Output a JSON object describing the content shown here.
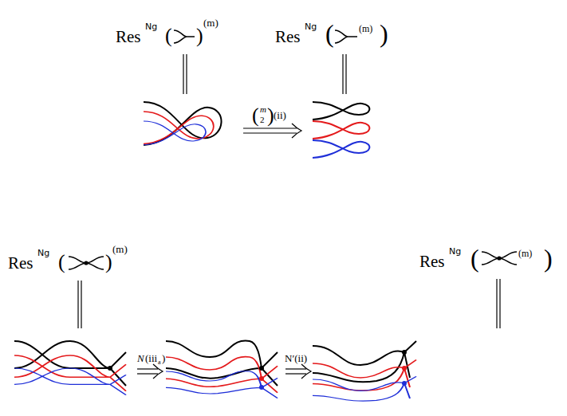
{
  "diagram": {
    "labels": [
      "Res",
      "Ng",
      "(",
      ")",
      "(m)",
      "Res",
      "Ng",
      "(",
      "(m)",
      ")",
      "(",
      "m",
      "2",
      ")",
      "(ii)",
      "Res",
      "Ng",
      "(",
      ")",
      "(m)",
      "N",
      "(iii",
      "a",
      ")",
      "N′(ii)",
      "Res",
      "Ng",
      "(",
      "(m)",
      ")"
    ]
  }
}
